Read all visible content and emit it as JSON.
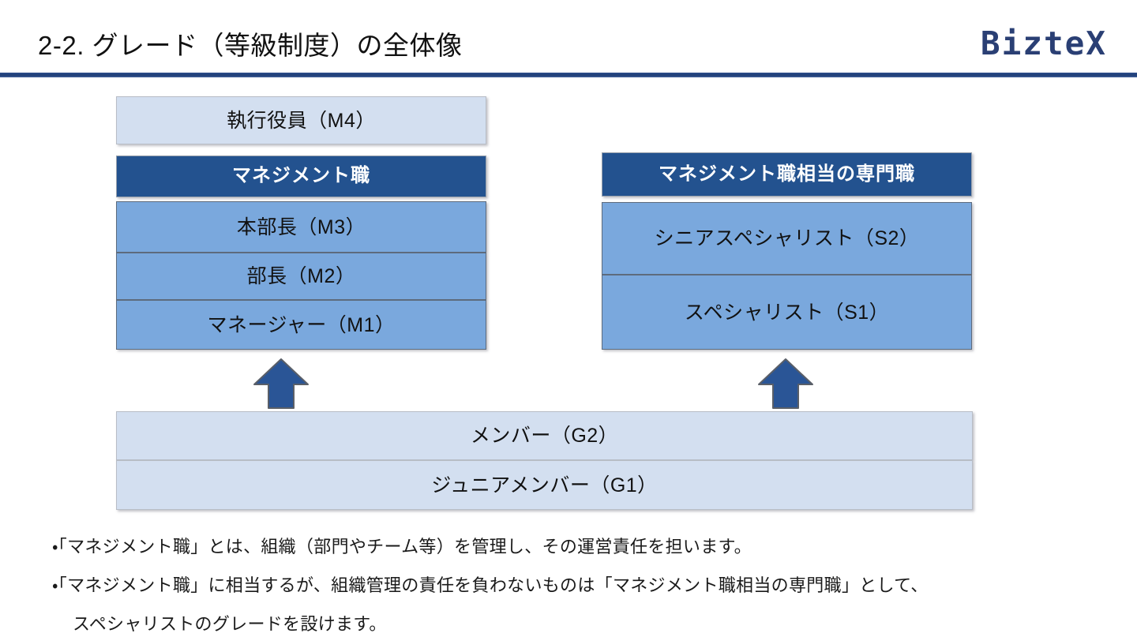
{
  "header": {
    "title": "2-2. グレード（等級制度）の全体像",
    "logo": "BizteX",
    "rule_color": "#23528f"
  },
  "colors": {
    "light_blue": "#d3dff0",
    "mid_blue": "#7aa8dd",
    "dark_blue": "#23528f",
    "arrow_blue": "#2a5596",
    "text": "#111111"
  },
  "diagram": {
    "left_column": {
      "top_box": {
        "label": "執行役員（M4）",
        "style": "light"
      },
      "header": {
        "label": "マネジメント職",
        "style": "dark"
      },
      "grades": [
        {
          "label": "本部長（M3）",
          "style": "mid"
        },
        {
          "label": "部長（M2）",
          "style": "mid"
        },
        {
          "label": "マネージャー（M1）",
          "style": "mid"
        }
      ]
    },
    "right_column": {
      "header": {
        "label": "マネジメント職相当の専門職",
        "style": "dark"
      },
      "grades": [
        {
          "label": "シニアスペシャリスト（S2）",
          "style": "mid"
        },
        {
          "label": "スペシャリスト（S1）",
          "style": "mid"
        }
      ]
    },
    "base_rows": [
      {
        "label": "メンバー（G2）",
        "style": "light"
      },
      {
        "label": "ジュニアメンバー（G1）",
        "style": "light"
      }
    ],
    "arrows": [
      {
        "name": "promotion-arrow-management",
        "direction": "up"
      },
      {
        "name": "promotion-arrow-specialist",
        "direction": "up"
      }
    ]
  },
  "footnotes": [
    "・「マネジメント職」とは、組織（部門やチーム等）を管理し、その運営責任を担います。",
    "・「マネジメント職」に相当するが、組織管理の責任を負わないものは「マネジメント職相当の専門職」として、",
    "スペシャリストのグレードを設けます。"
  ]
}
